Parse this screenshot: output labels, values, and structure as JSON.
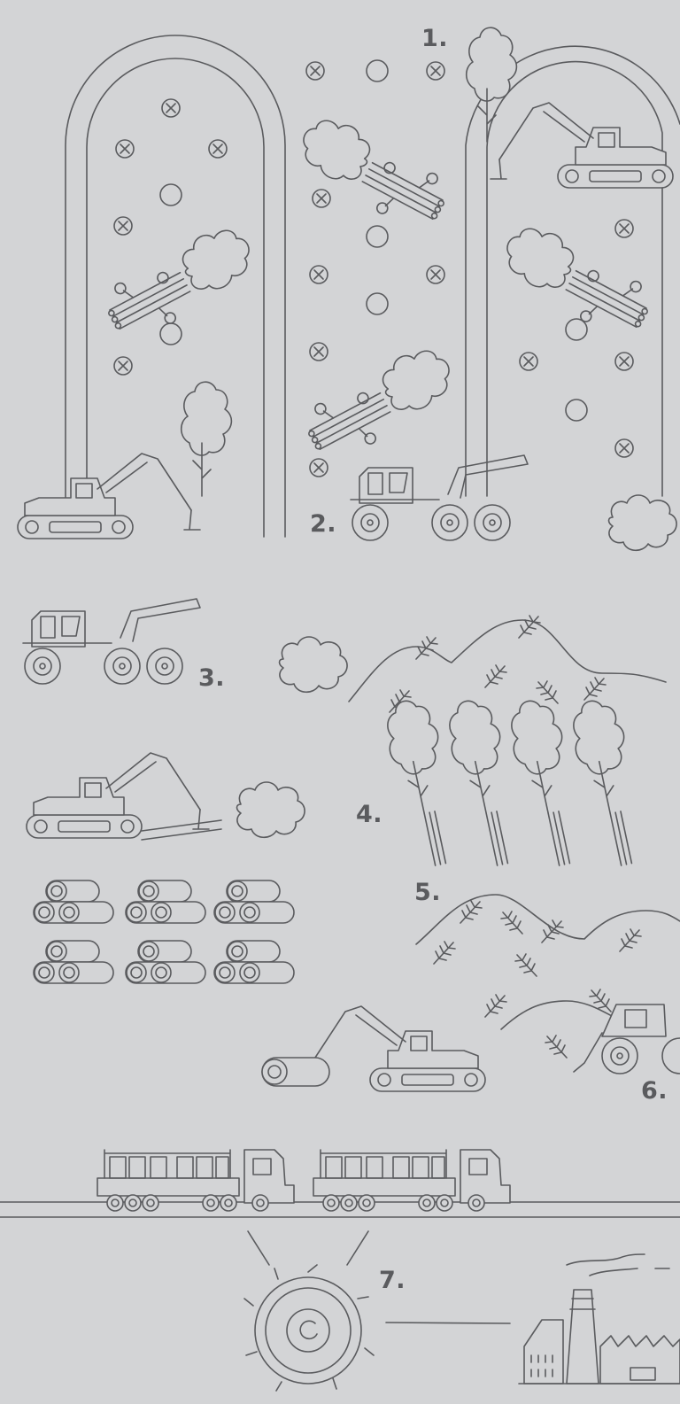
{
  "steps": [
    {
      "label": "1."
    },
    {
      "label": "2."
    },
    {
      "label": "3."
    },
    {
      "label": "4."
    },
    {
      "label": "5."
    },
    {
      "label": "6."
    },
    {
      "label": "7."
    }
  ],
  "colors": {
    "background": "#d3d4d6",
    "line": "#5a5b5e"
  },
  "icons": [
    "excavator-icon",
    "tree-icon",
    "felled-log-icon",
    "forwarder-icon",
    "hill-icon",
    "log-stack-icon",
    "log-truck-icon",
    "saw-blade-icon",
    "factory-icon",
    "stump-icon",
    "sapling-icon"
  ]
}
